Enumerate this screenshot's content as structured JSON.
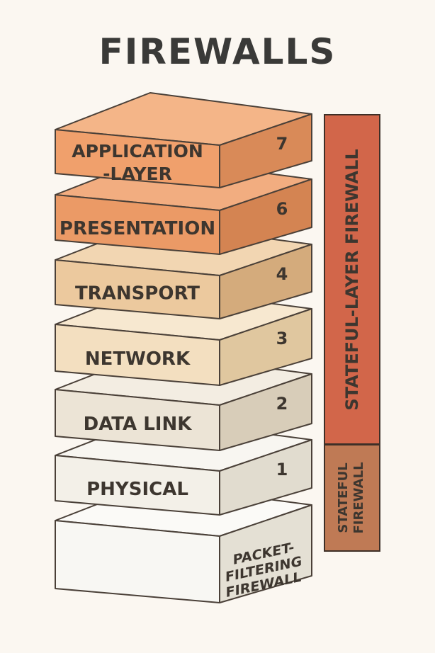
{
  "title": "FIREWALLS",
  "layers": [
    {
      "number": "7",
      "label_lines": [
        "APPLICATION",
        "-LAYER"
      ],
      "front": "#f0a06c",
      "top": "#f4b588",
      "side": "#d98a58"
    },
    {
      "number": "6",
      "label_lines": [
        "PRESENTATION"
      ],
      "front": "#eb9a66",
      "top": "#f2ad80",
      "side": "#d48452"
    },
    {
      "number": "4",
      "label_lines": [
        "TRANSPORT"
      ],
      "front": "#ecc99e",
      "top": "#f2d6b2",
      "side": "#d4ab7c"
    },
    {
      "number": "3",
      "label_lines": [
        "NETWORK"
      ],
      "front": "#f3dfc0",
      "top": "#f7e8d0",
      "side": "#e0c79f"
    },
    {
      "number": "2",
      "label_lines": [
        "DATA LINK"
      ],
      "front": "#ece4d6",
      "top": "#f3ede2",
      "side": "#d8cdb9"
    },
    {
      "number": "1",
      "label_lines": [
        "PHYSICAL"
      ],
      "front": "#f3f0e8",
      "top": "#f8f6f1",
      "side": "#e1dccf"
    },
    {
      "number": "",
      "label_lines": [],
      "side_label_lines": [
        "PACKET-",
        "FILTERING",
        "FIREWALL"
      ],
      "front": "#f8f7f3",
      "top": "#fbfaf7",
      "side": "#e4e0d4"
    }
  ],
  "brackets": [
    {
      "label": "STATEFUL-LAYER FIREWALL",
      "color": "#d2664a"
    },
    {
      "label_lines": [
        "STATEFUL",
        "FIREWALL"
      ],
      "color": "#bf7a55"
    }
  ]
}
